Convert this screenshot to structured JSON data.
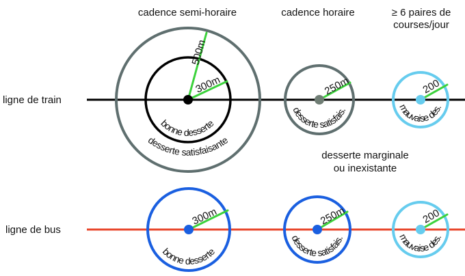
{
  "colors": {
    "train_line": "#000000",
    "bus_line": "#e8462a",
    "green": "#3cd23c",
    "gray_ring": "#5f6f6f",
    "gray_dot": "#6f7d74",
    "light_blue": "#66ccee",
    "blue": "#1a5fe0",
    "black": "#000000"
  },
  "headers": {
    "semi_hourly": "cadence semi-horaire",
    "hourly": "cadence horaire",
    "pairs_line1": "≥ 6 paires de",
    "pairs_line2": "courses/jour"
  },
  "row_labels": {
    "train": "ligne de train",
    "bus": "ligne de bus"
  },
  "middle_label": {
    "line1": "desserte marginale",
    "line2": "ou inexistante"
  },
  "train": {
    "semi_hourly": {
      "outer_radius_label": "500m",
      "inner_radius_label": "300m",
      "inner_arc_label": "bonne desserte",
      "outer_arc_label": "desserte satisfaisante"
    },
    "hourly": {
      "radius_label": "250m",
      "arc_label": "desserte satisfais."
    },
    "pairs": {
      "radius_label": "200",
      "arc_label": "mauvaise des."
    }
  },
  "bus": {
    "semi_hourly": {
      "radius_label": "300m",
      "arc_label": "bonne desserte"
    },
    "hourly": {
      "radius_label": "250m",
      "arc_label": "desserte satisfais."
    },
    "pairs": {
      "radius_label": "200",
      "arc_label": "mauvaise des."
    }
  }
}
